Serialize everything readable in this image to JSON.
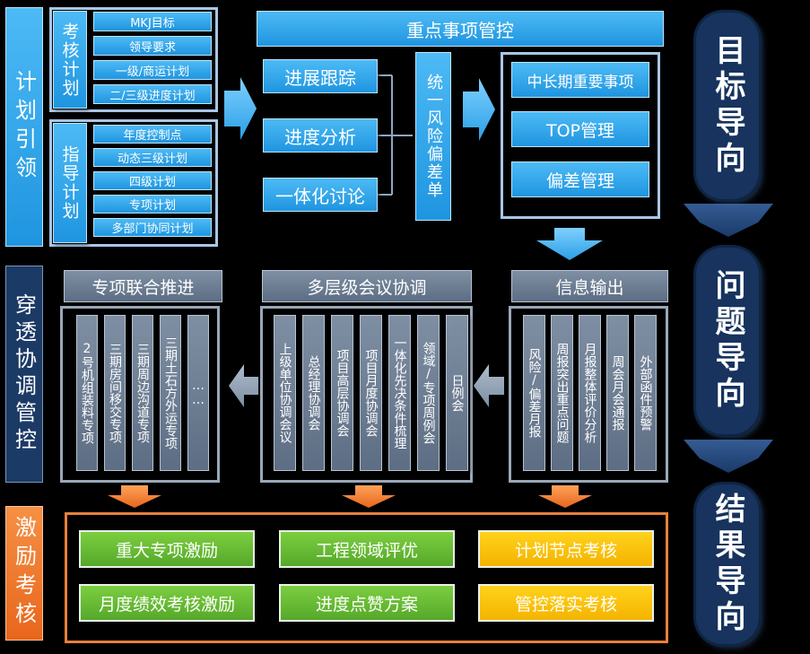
{
  "side_labels": {
    "plan": "计划引领",
    "coord": "穿透协调管控",
    "incentive": "激励考核"
  },
  "plan_groups": [
    {
      "label": "考核计划",
      "items": [
        "MKJ目标",
        "领导要求",
        "一级/商运计划",
        "二/三级进度计划"
      ]
    },
    {
      "label": "指导计划",
      "items": [
        "年度控制点",
        "动态三级计划",
        "四级计划",
        "专项计划",
        "多部门协同计划"
      ]
    }
  ],
  "key_control": {
    "title": "重点事项管控",
    "tracking": [
      "进展跟踪",
      "进度分析",
      "一体化讨论"
    ],
    "unified": "统一风险偏差单",
    "items": [
      "中长期重要事项",
      "TOP管理",
      "偏差管理"
    ]
  },
  "coordination": [
    {
      "title": "专项联合推进",
      "items": [
        "2号机组装料专项",
        "三期房间移交专项",
        "三期周边沟道专项",
        "三期土石方外运专项",
        "……"
      ]
    },
    {
      "title": "多层级会议协调",
      "items": [
        "上级单位协调会议",
        "总经理协调会",
        "项目高层协调会",
        "项目月度协调会",
        "一体化先决条件梳理",
        "领域/专项周例会",
        "日例会"
      ]
    },
    {
      "title": "信息输出",
      "items": [
        "风险/偏差月报",
        "周报突出重点问题",
        "月报整体评价分析",
        "周会月会通报",
        "外部函件预警"
      ]
    }
  ],
  "rewards": [
    [
      "重大专项激励",
      "工程领域评优",
      "计划节点考核"
    ],
    [
      "月度绩效考核激励",
      "进度点赞方案",
      "管控落实考核"
    ]
  ],
  "goals": [
    "目标导向",
    "问题导向",
    "结果导向"
  ],
  "colors": {
    "blue": "#2ba3ea",
    "grey": "#6b7b90",
    "navy": "#17335e",
    "green": "#62b532",
    "yellow": "#f8c20a",
    "orange": "#f07a26"
  }
}
